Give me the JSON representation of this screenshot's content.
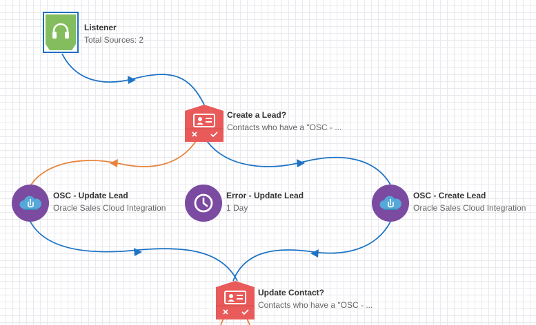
{
  "colors": {
    "listener": "#84bd5d",
    "decision": "#e95a5a",
    "action": "#7a4ba0",
    "link_primary": "#1e73c4",
    "link_error": "#e8843c",
    "selection": "#1e6fc2"
  },
  "nodes": {
    "listener": {
      "title": "Listener",
      "subtitle": "Total Sources: 2",
      "icon": "headphones-icon"
    },
    "create_lead_decision": {
      "title": "Create a Lead?",
      "subtitle": "Contacts who have a \"OSC - ...",
      "icon": "contact-card-icon"
    },
    "osc_update_lead": {
      "title": "OSC - Update Lead",
      "subtitle": "Oracle Sales Cloud Integration",
      "icon": "cloud-hand-icon"
    },
    "error_update_lead": {
      "title": "Error - Update Lead",
      "subtitle": "1 Day",
      "icon": "clock-icon"
    },
    "osc_create_lead": {
      "title": "OSC - Create Lead",
      "subtitle": "Oracle Sales Cloud Integration",
      "icon": "cloud-hand-icon"
    },
    "update_contact_decision": {
      "title": "Update Contact?",
      "subtitle": "Contacts who have a \"OSC - ...",
      "icon": "contact-card-icon"
    }
  }
}
